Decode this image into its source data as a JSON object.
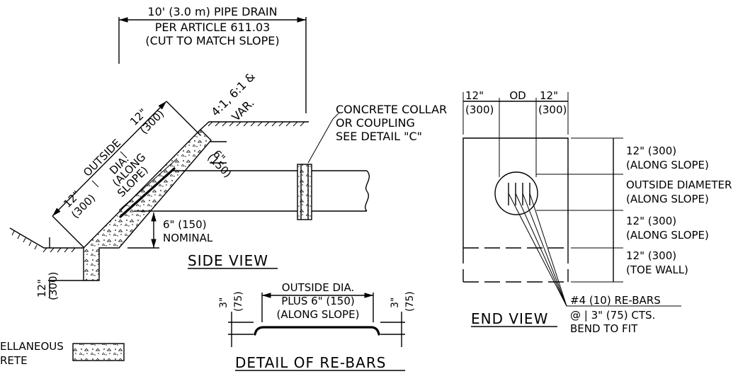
{
  "pipe_drain_note": [
    "10' (3.0 m) PIPE DRAIN",
    "PER ARTICLE 611.03",
    "(CUT TO MATCH SLOPE)"
  ],
  "slope_label": [
    "4:1, 6:1 &",
    "VAR."
  ],
  "collar_note": [
    "CONCRETE COLLAR",
    "OR COUPLING",
    "SEE DETAIL \"C\""
  ],
  "side_dims": {
    "top_12": "12\"",
    "top_300": "(300)",
    "outside": "OUTSIDE",
    "dia_lines": [
      "DIA.",
      "(ALONG",
      "SLOPE)"
    ],
    "left_12": "12\"",
    "left_300": "(300)",
    "six_in": "6\"",
    "six_mm": "(150)",
    "nominal": [
      "6\" (150)",
      "NOMINAL"
    ],
    "toe_12": "12\"",
    "toe_300": "(300)"
  },
  "side_view_title": "SIDE VIEW",
  "rebar_detail": {
    "label": [
      "OUTSIDE DIA.",
      "PLUS 6\" (150)",
      "(ALONG SLOPE)"
    ],
    "left_3": "3\"",
    "left_75": "(75)",
    "right_3": "3\"",
    "right_75": "(75)",
    "title": "DETAIL OF RE-BARS"
  },
  "end_view": {
    "top_left": [
      "12\"",
      "(300)"
    ],
    "top_mid": "OD",
    "top_right": [
      "12\"",
      "(300)"
    ],
    "right_labels": [
      [
        "12\" (300)",
        "(ALONG SLOPE)"
      ],
      [
        "OUTSIDE DIAMETER",
        "(ALONG SLOPE)"
      ],
      [
        "12\" (300)",
        "(ALONG SLOPE)"
      ],
      [
        "12\" (300)",
        "(TOE WALL)"
      ]
    ],
    "rebar_note": [
      "#4 (10) RE-BARS",
      "@ | 3\" (75) CTS.",
      "BEND TO FIT"
    ],
    "title": "END VIEW"
  },
  "legend_label": [
    "ELLANEOUS",
    "RETE"
  ]
}
